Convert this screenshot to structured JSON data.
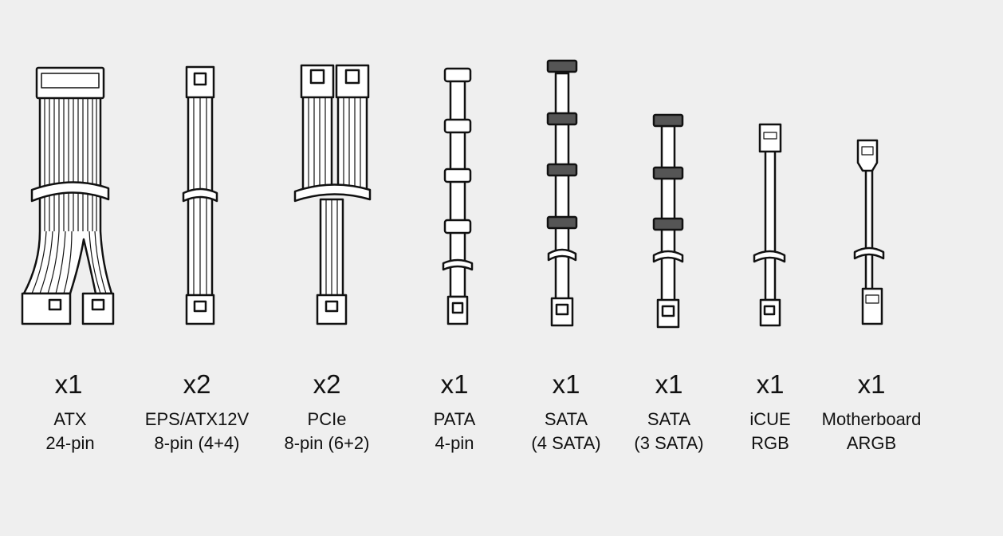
{
  "colors": {
    "background": "#efefef",
    "outline": "#111111",
    "wire_fill": "#ffffff",
    "connector_dark": "#555555"
  },
  "cables": [
    {
      "id": "atx",
      "qty": "x1",
      "line1": "ATX",
      "line2": "24-pin",
      "icon": "atx-24pin-cable-icon"
    },
    {
      "id": "eps",
      "qty": "x2",
      "line1": "EPS/ATX12V",
      "line2": "8-pin (4+4)",
      "icon": "eps-8pin-cable-icon"
    },
    {
      "id": "pcie",
      "qty": "x2",
      "line1": "PCIe",
      "line2": "8-pin (6+2)",
      "icon": "pcie-8pin-cable-icon"
    },
    {
      "id": "pata",
      "qty": "x1",
      "line1": "PATA",
      "line2": "4-pin",
      "icon": "pata-4pin-cable-icon"
    },
    {
      "id": "sata4",
      "qty": "x1",
      "line1": "SATA",
      "line2": "(4 SATA)",
      "icon": "sata-4-cable-icon"
    },
    {
      "id": "sata3",
      "qty": "x1",
      "line1": "SATA",
      "line2": "(3 SATA)",
      "icon": "sata-3-cable-icon"
    },
    {
      "id": "icue",
      "qty": "x1",
      "line1": "iCUE",
      "line2": "RGB",
      "icon": "icue-rgb-cable-icon"
    },
    {
      "id": "mb-argb",
      "qty": "x1",
      "line1": "Motherboard",
      "line2": "ARGB",
      "icon": "motherboard-argb-cable-icon"
    }
  ]
}
